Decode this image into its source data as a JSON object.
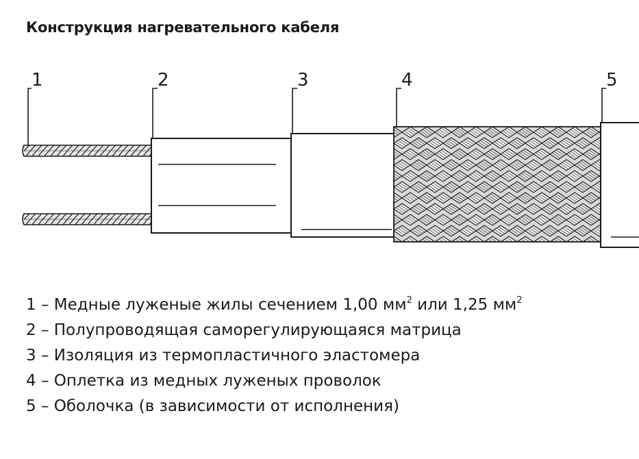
{
  "title": "Конструкция нагревательного кабеля",
  "callouts": [
    "1",
    "2",
    "3",
    "4",
    "5"
  ],
  "legend": [
    {
      "text": "1 – Медные луженые жилы сечением 1,00 мм",
      "sup1": "2",
      "mid": " или 1,25 мм",
      "sup2": "2"
    },
    {
      "text": "2 – Полупроводящая саморегулирующаяся матрица"
    },
    {
      "text": "3 – Изоляция из термопластичного эластомера"
    },
    {
      "text": "4 – Оплетка из медных луженых проволок"
    },
    {
      "text": "5 – Оболочка (в зависимости от исполнения)"
    }
  ],
  "colors": {
    "ink": "#1a1a1a",
    "braid_fill": "#d9d9d9",
    "wire_fill": "#e6e6e6"
  }
}
